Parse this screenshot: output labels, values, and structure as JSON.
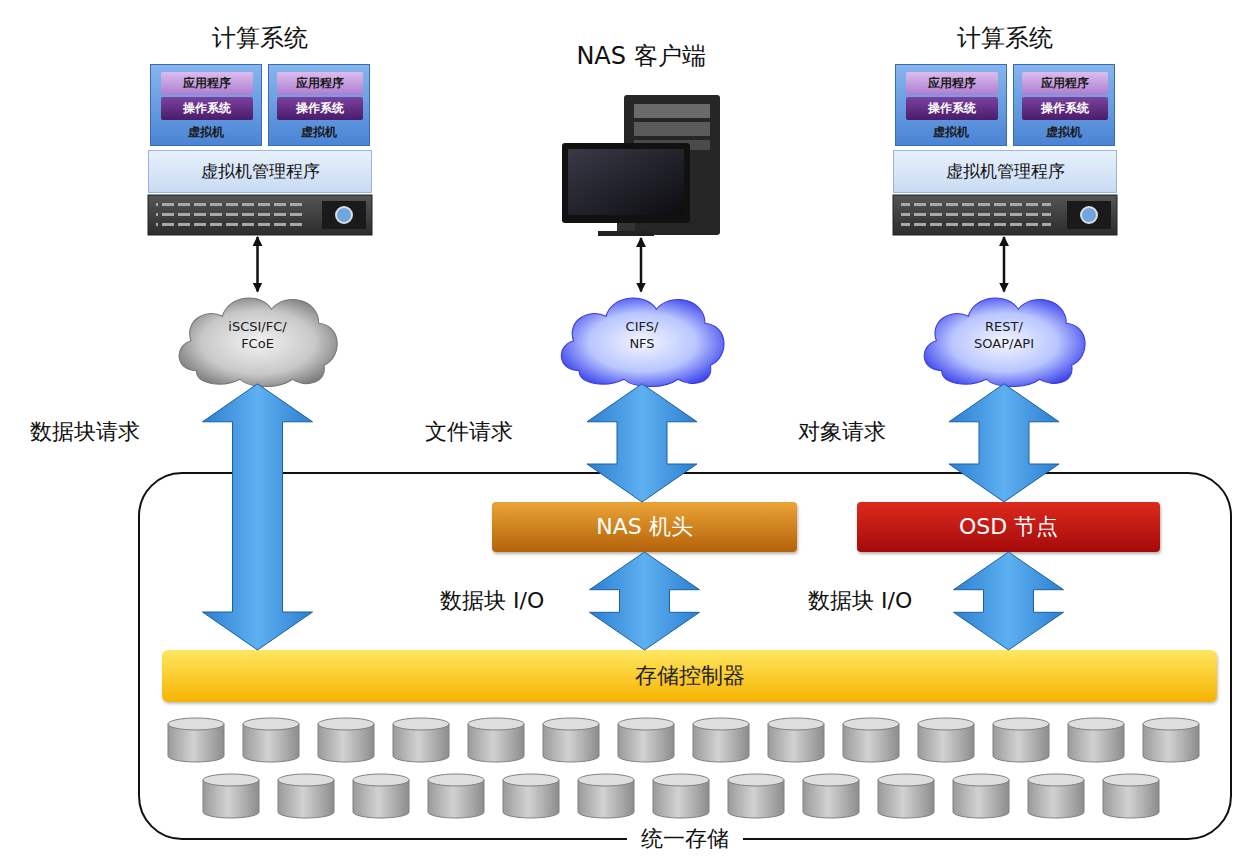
{
  "diagram": {
    "nodes": [
      {
        "text": [
          "计算系统"
        ]
      },
      {
        "text": [
          "虚拟机"
        ],
        "in": 0
      },
      {
        "text": [
          "应用程序"
        ],
        "in": 1
      },
      {
        "text": [
          "操作系统"
        ],
        "in": 1
      },
      {
        "text": [
          "虚拟机"
        ],
        "in": 0
      },
      {
        "text": [
          "应用程序"
        ],
        "in": 4
      },
      {
        "text": [
          "操作系统"
        ],
        "in": 4
      },
      {
        "text": [
          "虚拟机管理程序"
        ],
        "in": 0
      },
      {
        "text": [
          "NAS 客户端"
        ]
      },
      {
        "text": [
          "计算系统"
        ]
      },
      {
        "text": [
          "虚拟机"
        ],
        "in": 9
      },
      {
        "text": [
          "应用程序"
        ],
        "in": 10
      },
      {
        "text": [
          "操作系统"
        ],
        "in": 10
      },
      {
        "text": [
          "虚拟机"
        ],
        "in": 9
      },
      {
        "text": [
          "应用程序"
        ],
        "in": 13
      },
      {
        "text": [
          "操作系统"
        ],
        "in": 13
      },
      {
        "text": [
          "虚拟机管理程序"
        ],
        "in": 9
      },
      {
        "text": [
          "iSCSI/FC/ FCoE"
        ]
      },
      {
        "text": [
          "CIFS/ NFS"
        ]
      },
      {
        "text": [
          "REST/ SOAP/API"
        ]
      },
      {
        "text": [
          "统一存储"
        ]
      },
      {
        "text": [
          "NAS 机头"
        ],
        "in": 20
      },
      {
        "text": [
          "OSD 节点"
        ],
        "in": 20
      },
      {
        "text": [
          "存储控制器"
        ],
        "in": 20
      }
    ],
    "edges": [
      {
        "from": 0,
        "to": 17,
        "arrow": "both"
      },
      {
        "from": 8,
        "to": 18,
        "arrow": "both"
      },
      {
        "from": 9,
        "to": 19,
        "arrow": "both"
      },
      {
        "from": 17,
        "to": 23,
        "label": "数据块请求",
        "arrow": "both"
      },
      {
        "from": 18,
        "to": 21,
        "label": "文件请求",
        "arrow": "both"
      },
      {
        "from": 19,
        "to": 22,
        "label": "对象请求",
        "arrow": "both"
      },
      {
        "from": 21,
        "to": 23,
        "label": "数据块 I/O",
        "arrow": "both"
      },
      {
        "from": 22,
        "to": 23,
        "label": "数据块 I/O",
        "arrow": "both"
      }
    ]
  }
}
